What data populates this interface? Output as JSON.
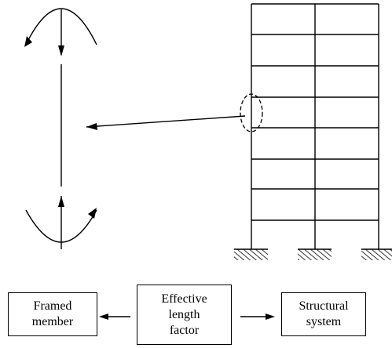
{
  "boxes": {
    "framed_member": "Framed\nmember",
    "effective_length_factor": "Effective\nlength\nfactor",
    "structural_system": "Structural\nsystem"
  },
  "frame": {
    "stories": 8,
    "bays": 2,
    "supports": 3
  },
  "colors": {
    "line": "#000000",
    "background": "#ffffff"
  }
}
